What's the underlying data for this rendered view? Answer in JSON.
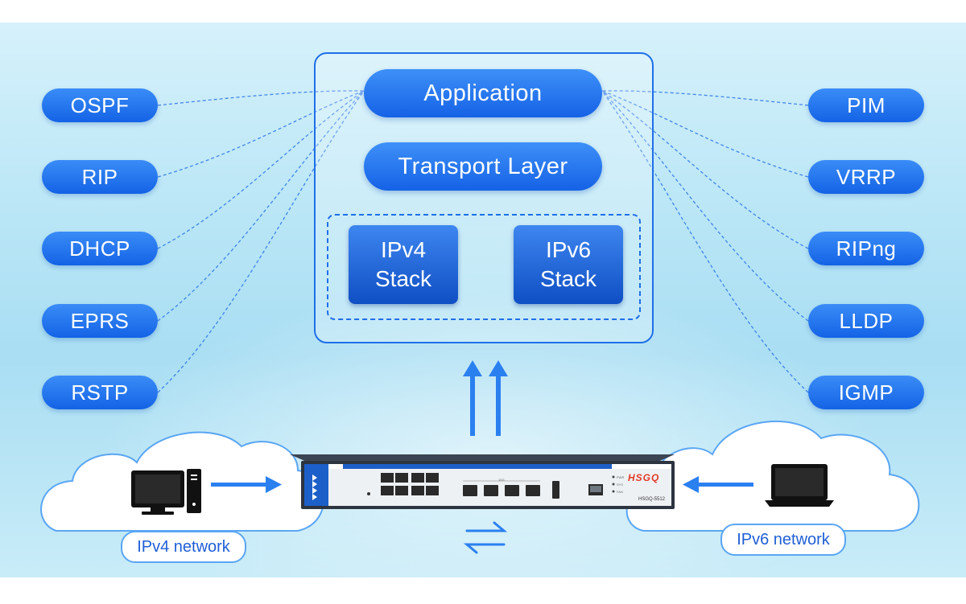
{
  "protocols_left": [
    "OSPF",
    "RIP",
    "DHCP",
    "EPRS",
    "RSTP"
  ],
  "protocols_right": [
    "PIM",
    "VRRP",
    "RIPng",
    "LLDP",
    "IGMP"
  ],
  "stack": {
    "application": "Application",
    "transport": "Transport Layer",
    "ipv4": [
      "IPv4",
      "Stack"
    ],
    "ipv6": [
      "IPv6",
      "Stack"
    ]
  },
  "networks": {
    "ipv4": "IPv4 network",
    "ipv6": "IPv6 network"
  },
  "switch": {
    "brand": "HSGQ",
    "model": "HSGQ-5512",
    "sfp_group": "10G",
    "led_labels": [
      "PWR",
      "SYS",
      "FAN"
    ]
  },
  "colors": {
    "pill_blue": "#1f6fe8",
    "dashed_line": "#2b74e8",
    "arrow_blue": "#2b80f0",
    "brand_red": "#e23a2a"
  }
}
